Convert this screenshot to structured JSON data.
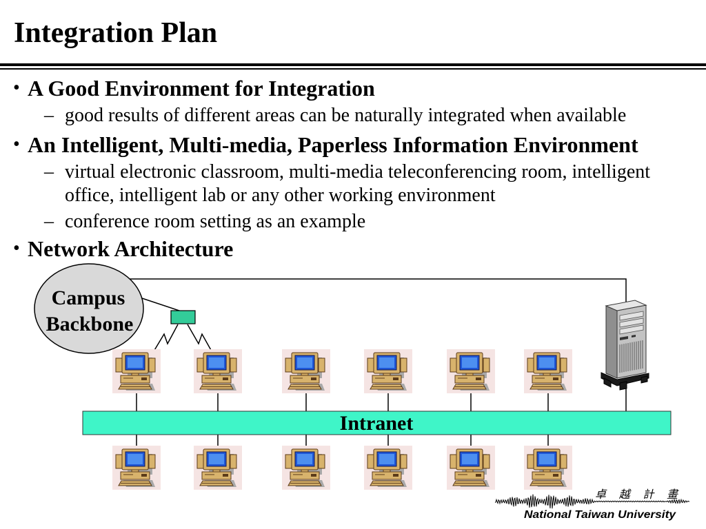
{
  "slide": {
    "title": "Integration Plan",
    "bullets": [
      {
        "text": "A Good Environment for Integration",
        "sub": [
          "good results of different areas can be naturally integrated when available"
        ]
      },
      {
        "text": "An Intelligent, Multi-media, Paperless Information Environment",
        "sub": [
          "virtual electronic classroom, multi-media teleconferencing room, intelligent office, intelligent lab or any other working environment",
          "conference room setting as an example"
        ]
      },
      {
        "text": "Network Architecture",
        "sub": []
      }
    ]
  },
  "diagram": {
    "backbone": {
      "line1": "Campus",
      "line2": "Backbone"
    },
    "intranet": "Intranet"
  },
  "footer": {
    "project_name": "卓 越 計 畫",
    "institution": "National Taiwan University"
  },
  "icons": {
    "workstation": "desktop-computer-icon",
    "server": "server-tower-icon",
    "hub": "network-hub-icon"
  },
  "colors": {
    "backbone_fill": "#d9d9d9",
    "hub_fill": "#33cc99",
    "intranet_fill": "#3ff5c8",
    "computer_case": "#d8b36c",
    "computer_screen": "#1f57d8",
    "server_body": "#c3c3c3"
  }
}
